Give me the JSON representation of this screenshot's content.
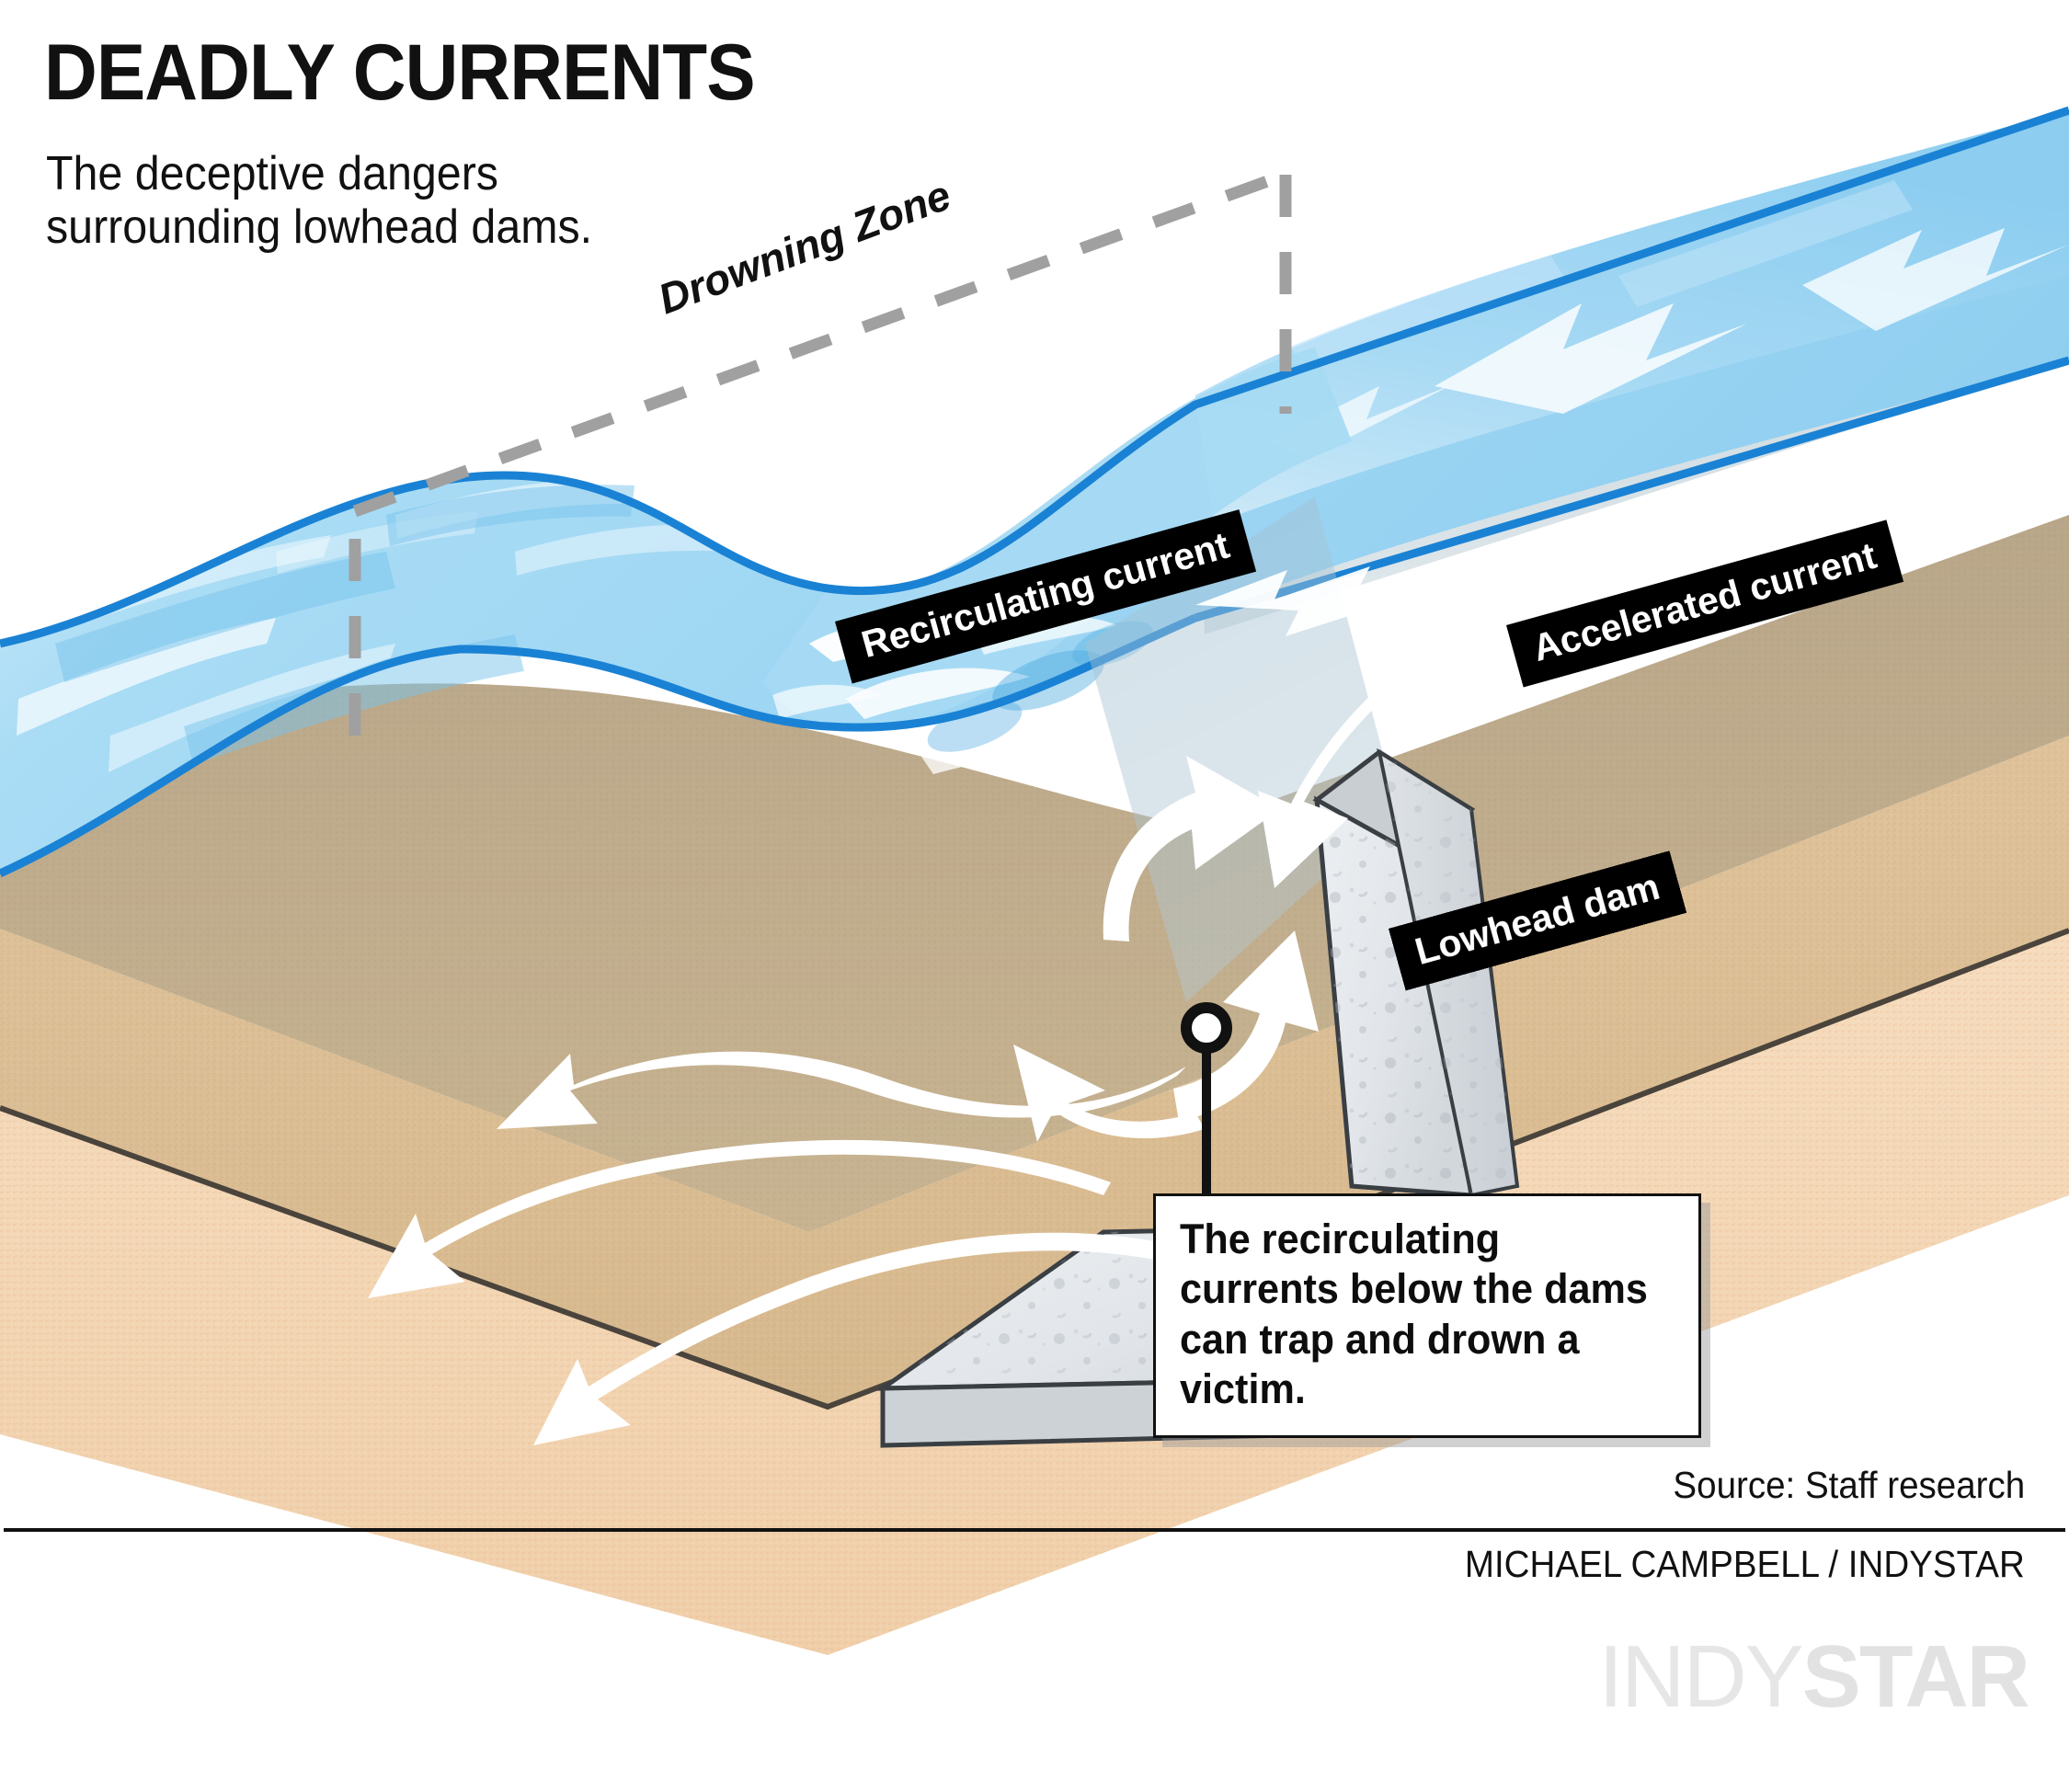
{
  "header": {
    "title": "DEADLY CURRENTS",
    "subtitle": "The deceptive dangers\nsurrounding lowhead dams."
  },
  "diagram": {
    "zone_label": "Drowning Zone",
    "tags": [
      {
        "id": "recirculating-current",
        "label": "Recirculating current"
      },
      {
        "id": "accelerated-current",
        "label": "Accelerated current"
      },
      {
        "id": "lowhead-dam",
        "label": "Lowhead dam"
      }
    ],
    "callout": {
      "text": "The recirculating currents below the dams can trap and drown a victim."
    },
    "colors": {
      "water_surface": "#8ecff0",
      "water_surface_light": "#d7eefb",
      "water_edge": "#1a82d4",
      "water_side": "#b9cdd6",
      "riverbed_brown": "#b3a184",
      "sand_tan": "#d9b88f",
      "sand_light": "#f2d6b6",
      "concrete": "#e4e7ea",
      "tag_bg": "#000000",
      "tag_text": "#ffffff",
      "dash_gray": "#a0a0a0",
      "arrow_white": "#ffffff",
      "logo_gray": "#e4e4e4"
    }
  },
  "footer": {
    "source": "Source: Staff research",
    "credit": "MICHAEL CAMPBELL / INDYSTAR",
    "logo_part1": "INDY",
    "logo_part2": "STAR"
  }
}
